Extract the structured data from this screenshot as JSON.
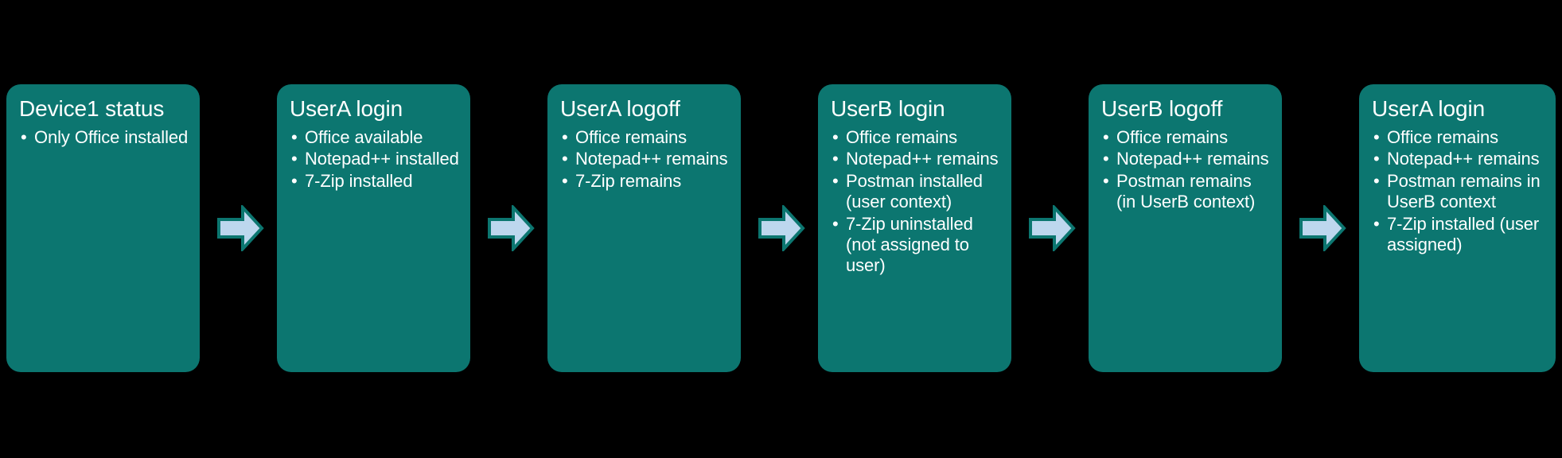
{
  "diagram": {
    "type": "process-flow",
    "background_color": "#000000",
    "node_color": "#0C7670",
    "node_text_color": "#FFFFFF",
    "arrow_fill_color": "#BDD7EE",
    "arrow_outline_color": "#0C7670",
    "nodes": [
      {
        "id": "device1-status",
        "title": "Device1 status",
        "bullets": [
          "Only Office installed"
        ]
      },
      {
        "id": "usera-login-1",
        "title": "UserA login",
        "bullets": [
          "Office available",
          "Notepad++ installed",
          "7-Zip installed"
        ]
      },
      {
        "id": "usera-logoff",
        "title": "UserA logoff",
        "bullets": [
          "Office remains",
          "Notepad++ remains",
          "7-Zip remains"
        ]
      },
      {
        "id": "userb-login",
        "title": "UserB login",
        "bullets": [
          "Office remains",
          "Notepad++ remains",
          "Postman installed (user context)",
          "7-Zip uninstalled (not assigned to user)"
        ]
      },
      {
        "id": "userb-logoff",
        "title": "UserB logoff",
        "bullets": [
          "Office remains",
          "Notepad++ remains",
          "Postman remains (in UserB context)"
        ]
      },
      {
        "id": "usera-login-2",
        "title": "UserA login",
        "bullets": [
          "Office remains",
          "Notepad++ remains",
          "Postman remains in UserB context",
          "7-Zip installed (user assigned)"
        ]
      }
    ],
    "connectors": [
      {
        "id": "arrow-1",
        "icon": "arrow-right-icon",
        "from": "device1-status",
        "to": "usera-login-1"
      },
      {
        "id": "arrow-2",
        "icon": "arrow-right-icon",
        "from": "usera-login-1",
        "to": "usera-logoff"
      },
      {
        "id": "arrow-3",
        "icon": "arrow-right-icon",
        "from": "usera-logoff",
        "to": "userb-login"
      },
      {
        "id": "arrow-4",
        "icon": "arrow-right-icon",
        "from": "userb-login",
        "to": "userb-logoff"
      },
      {
        "id": "arrow-5",
        "icon": "arrow-right-icon",
        "from": "userb-logoff",
        "to": "usera-login-2"
      }
    ]
  }
}
